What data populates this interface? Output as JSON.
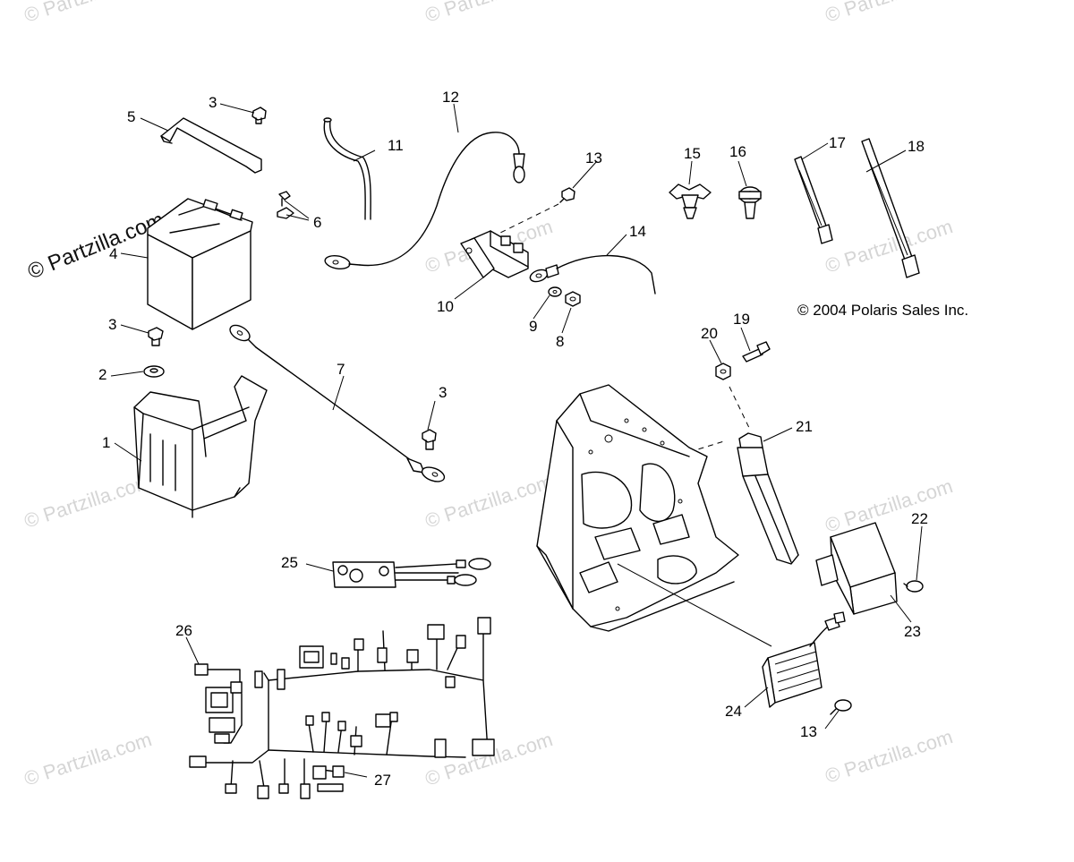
{
  "watermark_text": "© Partzilla.com",
  "copyright_text": "© 2004 Polaris Sales Inc.",
  "callouts": {
    "c1": "1",
    "c2": "2",
    "c3a": "3",
    "c3b": "3",
    "c3c": "3",
    "c4": "4",
    "c5": "5",
    "c6": "6",
    "c7": "7",
    "c8": "8",
    "c9": "9",
    "c10": "10",
    "c11": "11",
    "c12": "12",
    "c13a": "13",
    "c13b": "13",
    "c14": "14",
    "c15": "15",
    "c16": "16",
    "c17": "17",
    "c18": "18",
    "c19": "19",
    "c20": "20",
    "c21": "21",
    "c22": "22",
    "c23": "23",
    "c24": "24",
    "c25": "25",
    "c26": "26",
    "c27": "27"
  }
}
